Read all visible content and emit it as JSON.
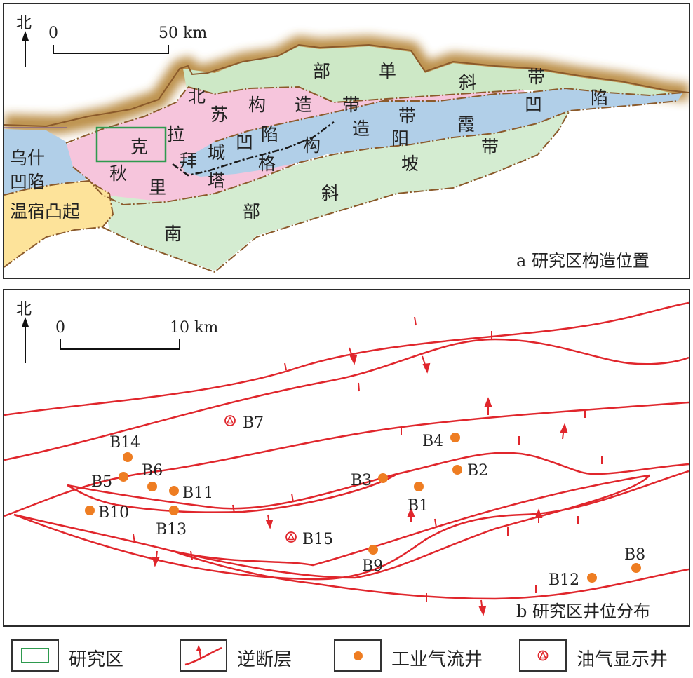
{
  "panel_a": {
    "caption": "a 研究区构造位置",
    "north": "北",
    "scale": {
      "start": "0",
      "end": "50 km"
    },
    "regions": {
      "wushi_1": "乌什",
      "wushi_2": "凹陷",
      "wensu": "温宿凸起"
    },
    "chars": {
      "nd_bu": "部",
      "nd_dan": "单",
      "nd_xie": "斜",
      "nd_dai": "带",
      "bei": "北",
      "su": "苏",
      "gou": "构",
      "zao": "造",
      "dai1": "带",
      "la": "拉",
      "ke": "克",
      "bai": "拜",
      "cheng": "城",
      "ao": "凹",
      "xian": "陷",
      "ge": "格",
      "gou2": "构",
      "zao2": "造",
      "dai2": "带",
      "yang": "阳",
      "xia": "霞",
      "ao2": "凹",
      "xian2": "陷",
      "qiu": "秋",
      "li": "里",
      "ta": "塔",
      "po": "坡",
      "dai3": "带",
      "nan": "南",
      "bu2": "部",
      "xie2": "斜"
    },
    "colors": {
      "north_slope": "#cde8c6",
      "fold_belt": "#f6c5dc",
      "depression": "#b1cfe8",
      "south_slope": "#d4ecd1",
      "wensu": "#fde39a",
      "mountain": "#b07d2a",
      "boundary": "#8b5a2b",
      "study_box": "#2e9a4e"
    }
  },
  "panel_b": {
    "caption": "b 研究区井位分布",
    "north": "北",
    "scale": {
      "start": "0",
      "end": "10 km"
    },
    "wells": [
      {
        "id": "B1",
        "type": "gas"
      },
      {
        "id": "B2",
        "type": "gas"
      },
      {
        "id": "B3",
        "type": "gas"
      },
      {
        "id": "B4",
        "type": "gas"
      },
      {
        "id": "B5",
        "type": "gas"
      },
      {
        "id": "B6",
        "type": "gas"
      },
      {
        "id": "B7",
        "type": "oil_show"
      },
      {
        "id": "B8",
        "type": "gas"
      },
      {
        "id": "B9",
        "type": "gas"
      },
      {
        "id": "B10",
        "type": "gas"
      },
      {
        "id": "B11",
        "type": "gas"
      },
      {
        "id": "B12",
        "type": "gas"
      },
      {
        "id": "B13",
        "type": "gas"
      },
      {
        "id": "B14",
        "type": "gas"
      },
      {
        "id": "B15",
        "type": "oil_show"
      }
    ],
    "colors": {
      "fault": "#e0262c",
      "gas_well": "#ee7d22",
      "oil_well": "#e0262c"
    }
  },
  "legend": {
    "study_area": "研究区",
    "thrust_fault": "逆断层",
    "gas_well": "工业气流井",
    "oil_show_well": "油气显示井"
  }
}
